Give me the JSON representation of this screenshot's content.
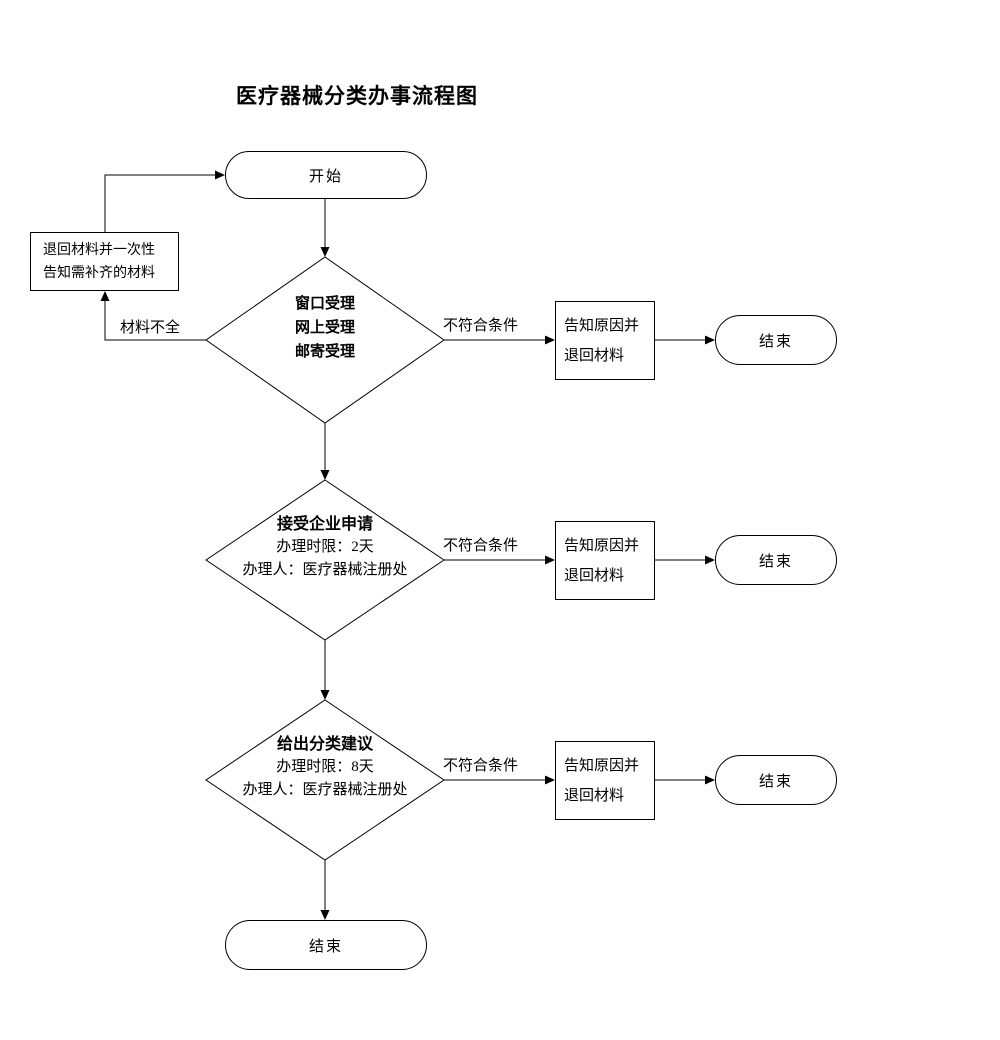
{
  "title": "医疗器械分类办事流程图",
  "start": {
    "label": "开始"
  },
  "feedback": {
    "box_line1": "退回材料并一次性",
    "box_line2": "告知需补齐的材料",
    "edge_label": "材料不全"
  },
  "diamonds": [
    {
      "lines": [
        "窗口受理",
        "网上受理",
        "邮寄受理"
      ]
    },
    {
      "title": "接受企业申请",
      "line2": "办理时限：2天",
      "line3": "办理人：医疗器械注册处"
    },
    {
      "title": "给出分类建议",
      "line2": "办理时限：8天",
      "line3": "办理人：医疗器械注册处"
    }
  ],
  "reject_rows": [
    {
      "edge_label": "不符合条件",
      "box_line1": "告知原因并",
      "box_line2": "退回材料",
      "end_label": "结束"
    },
    {
      "edge_label": "不符合条件",
      "box_line1": "告知原因并",
      "box_line2": "退回材料",
      "end_label": "结束"
    },
    {
      "edge_label": "不符合条件",
      "box_line1": "告知原因并",
      "box_line2": "退回材料",
      "end_label": "结束"
    }
  ],
  "final_end": {
    "label": "结束"
  },
  "colors": {
    "line": "#000000",
    "text": "#000000",
    "background": "#ffffff"
  }
}
